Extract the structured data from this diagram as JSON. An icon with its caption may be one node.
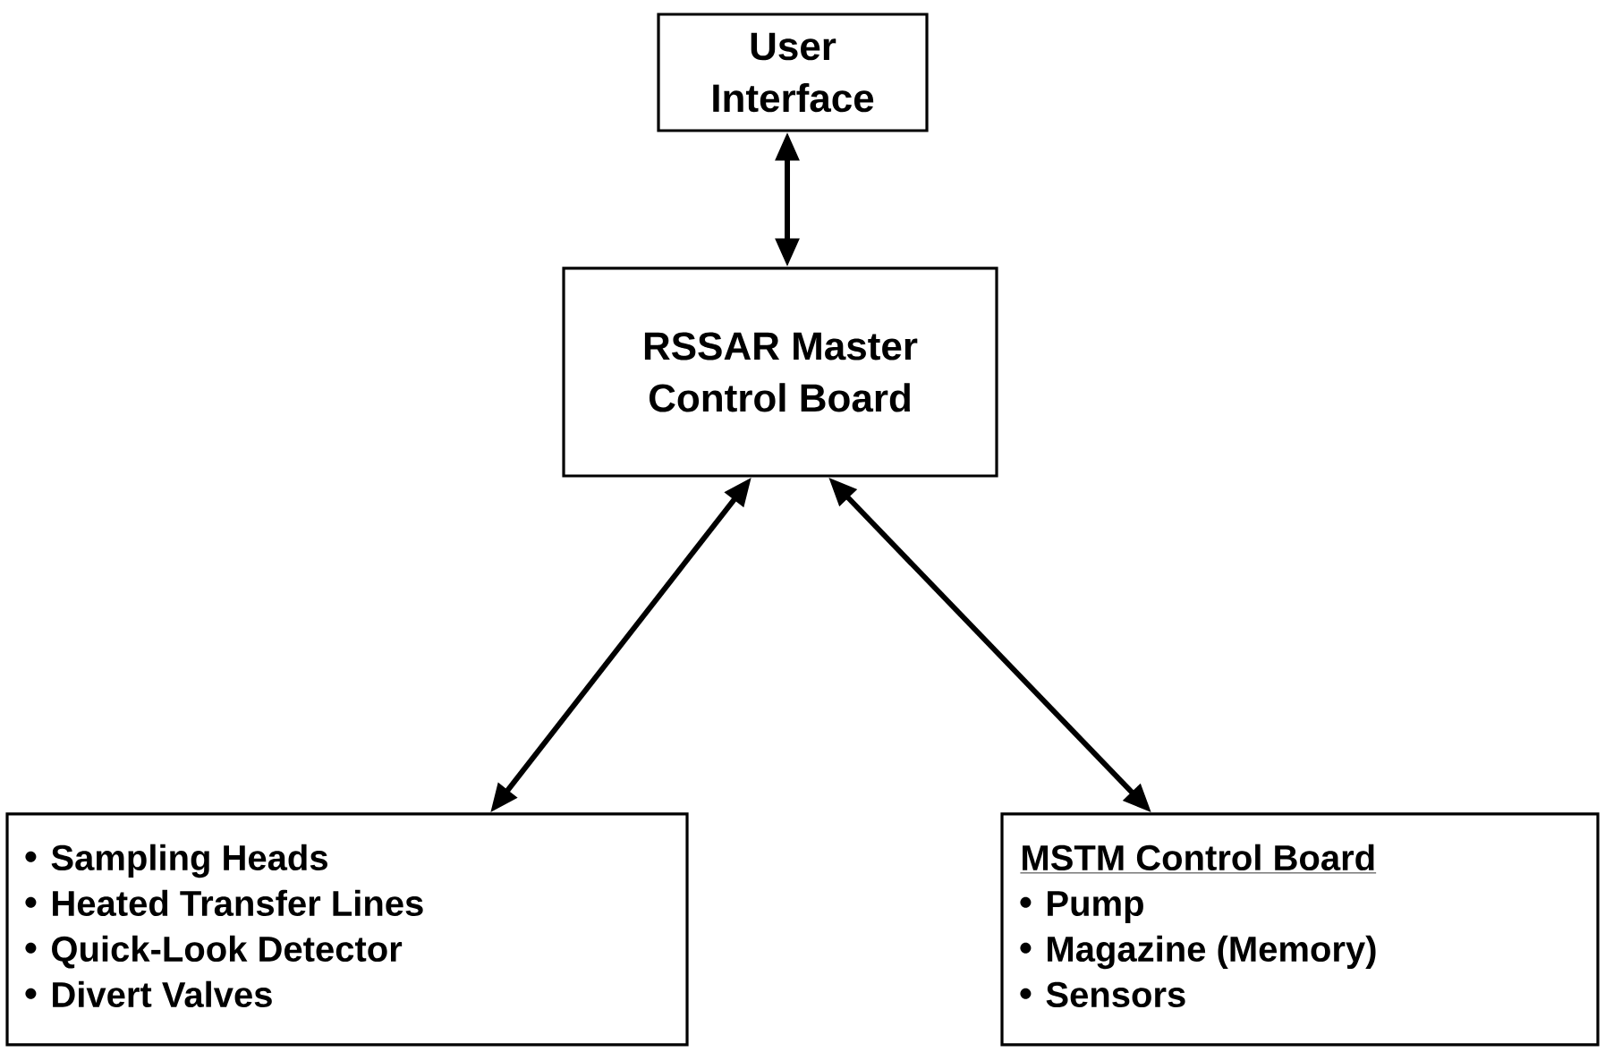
{
  "diagram": {
    "nodes": [
      {
        "text": [
          "User Interface"
        ]
      },
      {
        "text": [
          "RSSAR Master Control Board"
        ]
      },
      {
        "text": [
          "Sampling Heads",
          "Heated Transfer Lines",
          "Quick-Look Detector",
          "Divert Valves"
        ]
      },
      {
        "text": [
          "MSTM Control Board",
          "Pump",
          "Magazine (Memory)",
          "Sensors"
        ]
      }
    ],
    "edges": [
      {
        "from": 0,
        "to": 1,
        "arrow": "both"
      },
      {
        "from": 1,
        "to": 2,
        "arrow": "both"
      },
      {
        "from": 1,
        "to": 3,
        "arrow": "both"
      }
    ]
  }
}
